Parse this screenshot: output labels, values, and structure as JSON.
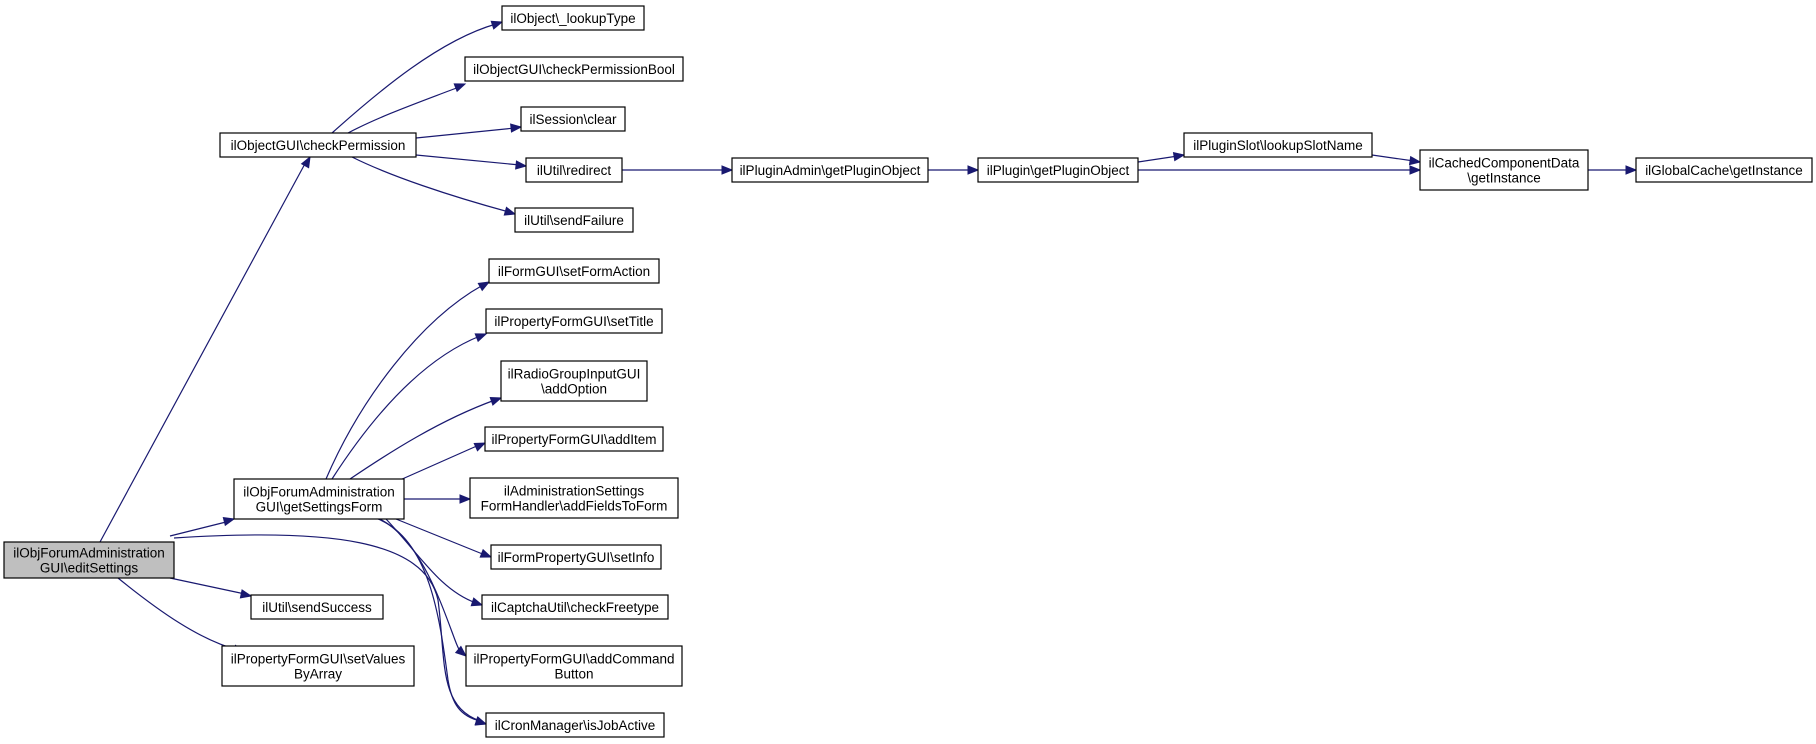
{
  "graph": {
    "colors": {
      "edge": "#191970",
      "root_fill": "#bfbfbf",
      "node_fill": "#ffffff",
      "node_border": "#000000"
    },
    "nodes": [
      {
        "id": "root",
        "lines": [
          "ilObjForumAdministration",
          "GUI\\editSettings"
        ],
        "root": true
      },
      {
        "id": "checkPermission",
        "lines": [
          "ilObjectGUI\\checkPermission"
        ]
      },
      {
        "id": "lookupType",
        "lines": [
          "ilObject\\_lookupType"
        ]
      },
      {
        "id": "checkPermissionBool",
        "lines": [
          "ilObjectGUI\\checkPermissionBool"
        ]
      },
      {
        "id": "sessionClear",
        "lines": [
          "ilSession\\clear"
        ]
      },
      {
        "id": "redirect",
        "lines": [
          "ilUtil\\redirect"
        ]
      },
      {
        "id": "sendFailure",
        "lines": [
          "ilUtil\\sendFailure"
        ]
      },
      {
        "id": "pluginAdminGetPluginObject",
        "lines": [
          "ilPluginAdmin\\getPluginObject"
        ]
      },
      {
        "id": "pluginGetPluginObject",
        "lines": [
          "ilPlugin\\getPluginObject"
        ]
      },
      {
        "id": "lookupSlotName",
        "lines": [
          "ilPluginSlot\\lookupSlotName"
        ]
      },
      {
        "id": "cachedGetInstance",
        "lines": [
          "ilCachedComponentData",
          "\\getInstance"
        ]
      },
      {
        "id": "globalCacheGetInstance",
        "lines": [
          "ilGlobalCache\\getInstance"
        ]
      },
      {
        "id": "getSettingsForm",
        "lines": [
          "ilObjForumAdministration",
          "GUI\\getSettingsForm"
        ]
      },
      {
        "id": "setFormAction",
        "lines": [
          "ilFormGUI\\setFormAction"
        ]
      },
      {
        "id": "setTitle",
        "lines": [
          "ilPropertyFormGUI\\setTitle"
        ]
      },
      {
        "id": "addOption",
        "lines": [
          "ilRadioGroupInputGUI",
          "\\addOption"
        ]
      },
      {
        "id": "addItem",
        "lines": [
          "ilPropertyFormGUI\\addItem"
        ]
      },
      {
        "id": "addFieldsToForm",
        "lines": [
          "ilAdministrationSettings",
          "FormHandler\\addFieldsToForm"
        ]
      },
      {
        "id": "setInfo",
        "lines": [
          "ilFormPropertyGUI\\setInfo"
        ]
      },
      {
        "id": "checkFreetype",
        "lines": [
          "ilCaptchaUtil\\checkFreetype"
        ]
      },
      {
        "id": "addCommandButton",
        "lines": [
          "ilPropertyFormGUI\\addCommand",
          "Button"
        ]
      },
      {
        "id": "isJobActive",
        "lines": [
          "ilCronManager\\isJobActive"
        ]
      },
      {
        "id": "sendSuccess",
        "lines": [
          "ilUtil\\sendSuccess"
        ]
      },
      {
        "id": "setValuesByArray",
        "lines": [
          "ilPropertyFormGUI\\setValues",
          "ByArray"
        ]
      }
    ],
    "edges": [
      {
        "from": "root",
        "to": "checkPermission"
      },
      {
        "from": "root",
        "to": "getSettingsForm"
      },
      {
        "from": "root",
        "to": "isJobActive"
      },
      {
        "from": "root",
        "to": "sendSuccess"
      },
      {
        "from": "root",
        "to": "setValuesByArray"
      },
      {
        "from": "checkPermission",
        "to": "lookupType"
      },
      {
        "from": "checkPermission",
        "to": "checkPermissionBool"
      },
      {
        "from": "checkPermission",
        "to": "sessionClear"
      },
      {
        "from": "checkPermission",
        "to": "redirect"
      },
      {
        "from": "checkPermission",
        "to": "sendFailure"
      },
      {
        "from": "redirect",
        "to": "pluginAdminGetPluginObject"
      },
      {
        "from": "pluginAdminGetPluginObject",
        "to": "pluginGetPluginObject"
      },
      {
        "from": "pluginGetPluginObject",
        "to": "lookupSlotName"
      },
      {
        "from": "pluginGetPluginObject",
        "to": "cachedGetInstance"
      },
      {
        "from": "lookupSlotName",
        "to": "cachedGetInstance"
      },
      {
        "from": "cachedGetInstance",
        "to": "globalCacheGetInstance"
      },
      {
        "from": "getSettingsForm",
        "to": "setFormAction"
      },
      {
        "from": "getSettingsForm",
        "to": "setTitle"
      },
      {
        "from": "getSettingsForm",
        "to": "addOption"
      },
      {
        "from": "getSettingsForm",
        "to": "addItem"
      },
      {
        "from": "getSettingsForm",
        "to": "addFieldsToForm"
      },
      {
        "from": "getSettingsForm",
        "to": "setInfo"
      },
      {
        "from": "getSettingsForm",
        "to": "checkFreetype"
      },
      {
        "from": "getSettingsForm",
        "to": "addCommandButton"
      },
      {
        "from": "getSettingsForm",
        "to": "isJobActive"
      }
    ]
  }
}
